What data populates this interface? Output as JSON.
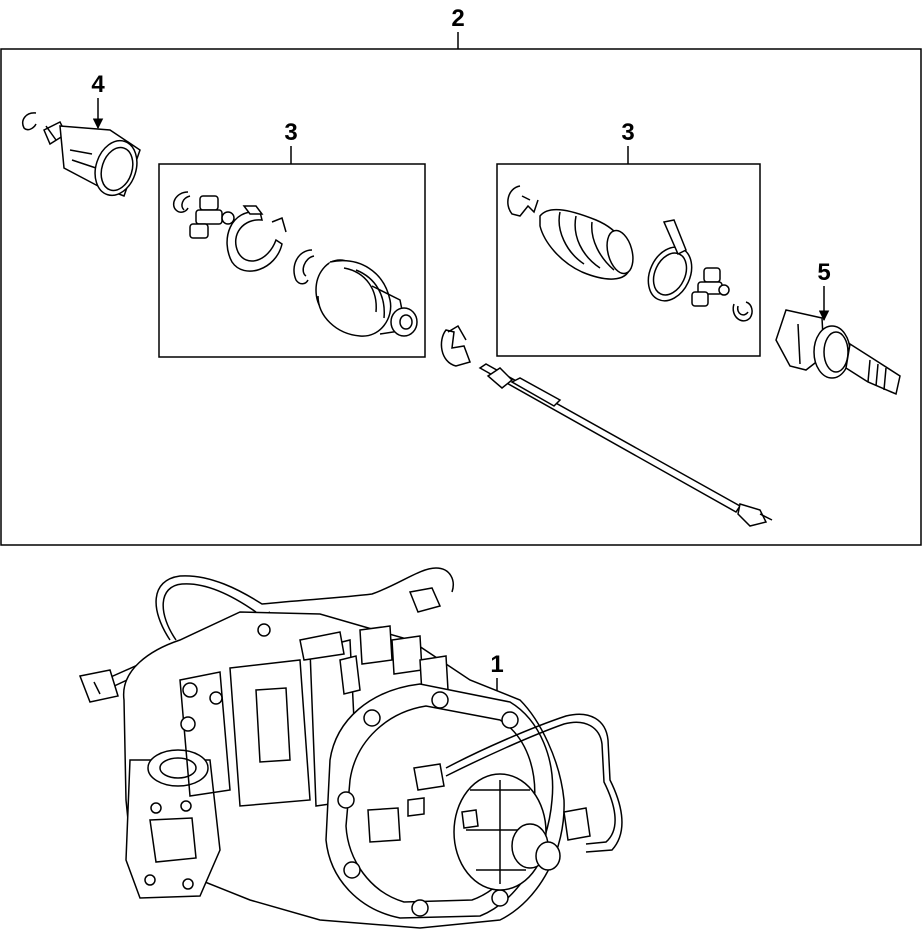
{
  "callouts": {
    "c1": "1",
    "c2": "2",
    "c3_left": "3",
    "c3_right": "3",
    "c4": "4",
    "c5": "5"
  },
  "colors": {
    "line": "#000000",
    "fill": "#ffffff"
  }
}
